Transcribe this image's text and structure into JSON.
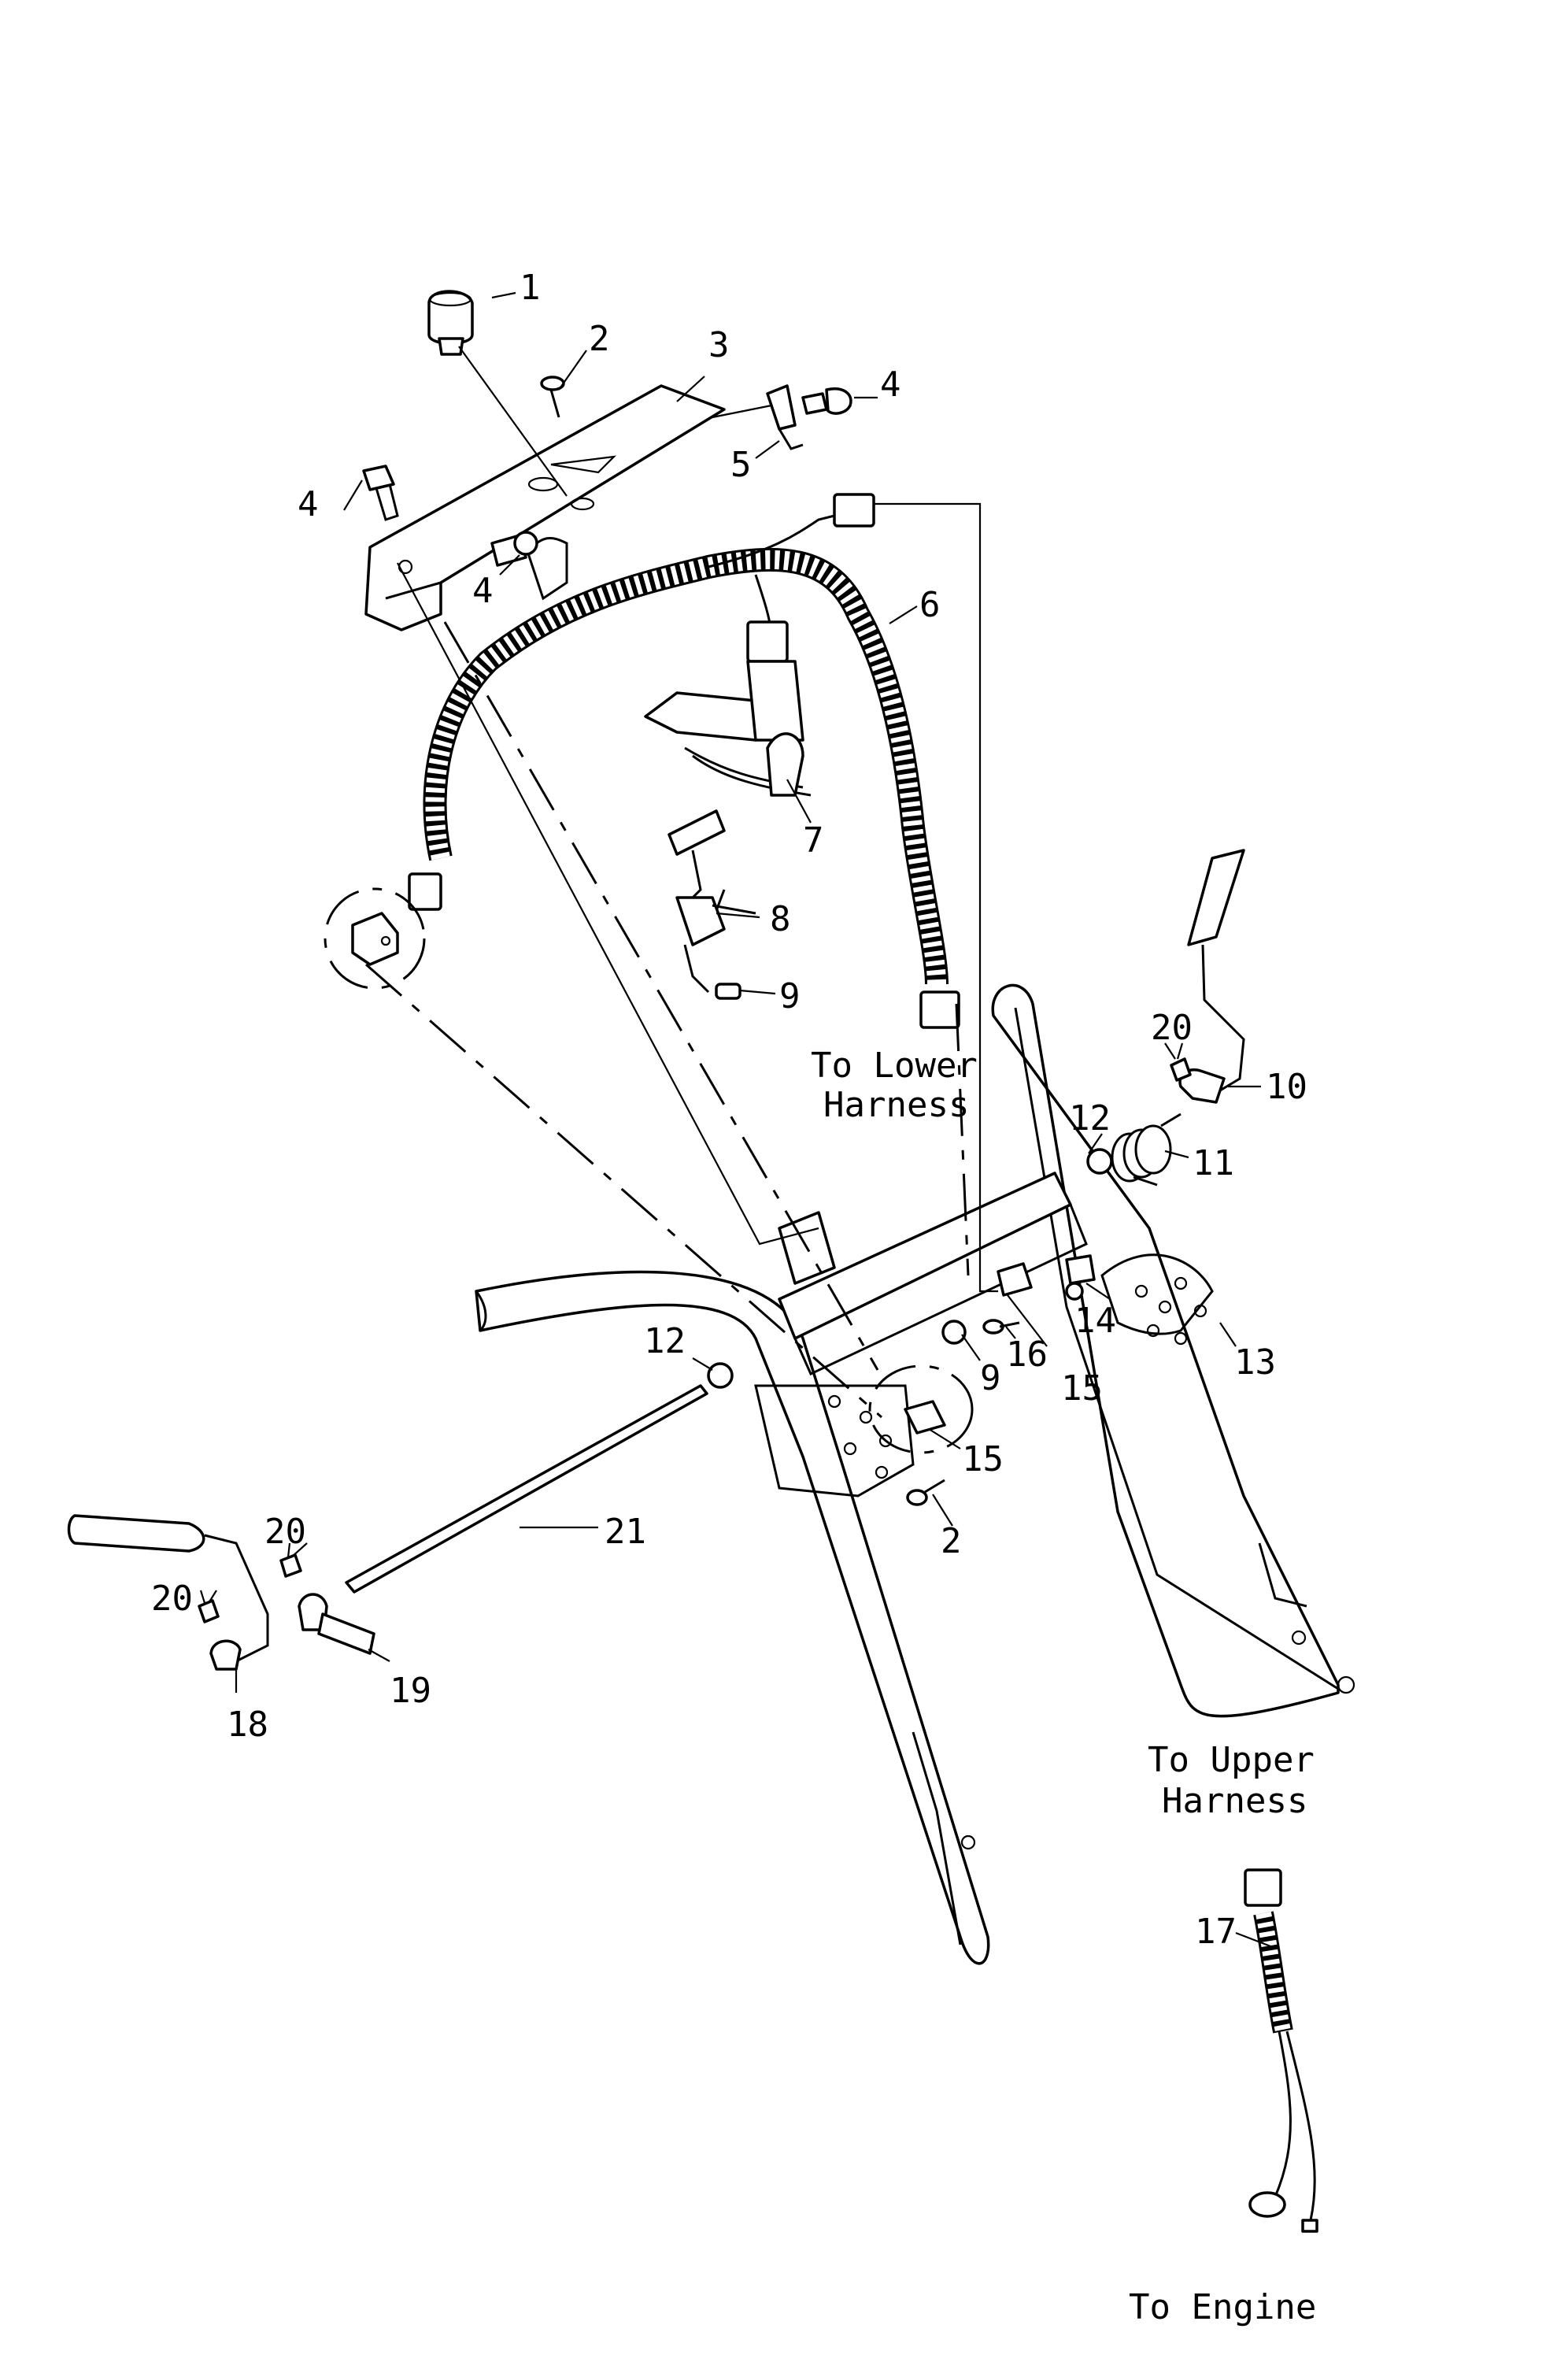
{
  "callouts": {
    "c1": "1",
    "c2a": "2",
    "c2b": "2",
    "c3": "3",
    "c4a": "4",
    "c4b": "4",
    "c4c": "4",
    "c5": "5",
    "c6": "6",
    "c7": "7",
    "c8": "8",
    "c9a": "9",
    "c9b": "9",
    "c10": "10",
    "c11": "11",
    "c12a": "12",
    "c12b": "12",
    "c13": "13",
    "c14": "14",
    "c15a": "15",
    "c15b": "15",
    "c16": "16",
    "c17": "17",
    "c18": "18",
    "c19": "19",
    "c20a": "20",
    "c20b": "20",
    "c20c": "20",
    "c21": "21"
  },
  "notes": {
    "to_lower_harness": [
      "To Lower",
      "Harness"
    ],
    "to_upper_harness": [
      "To Upper",
      "Harness"
    ],
    "to_engine": "To Engine"
  }
}
